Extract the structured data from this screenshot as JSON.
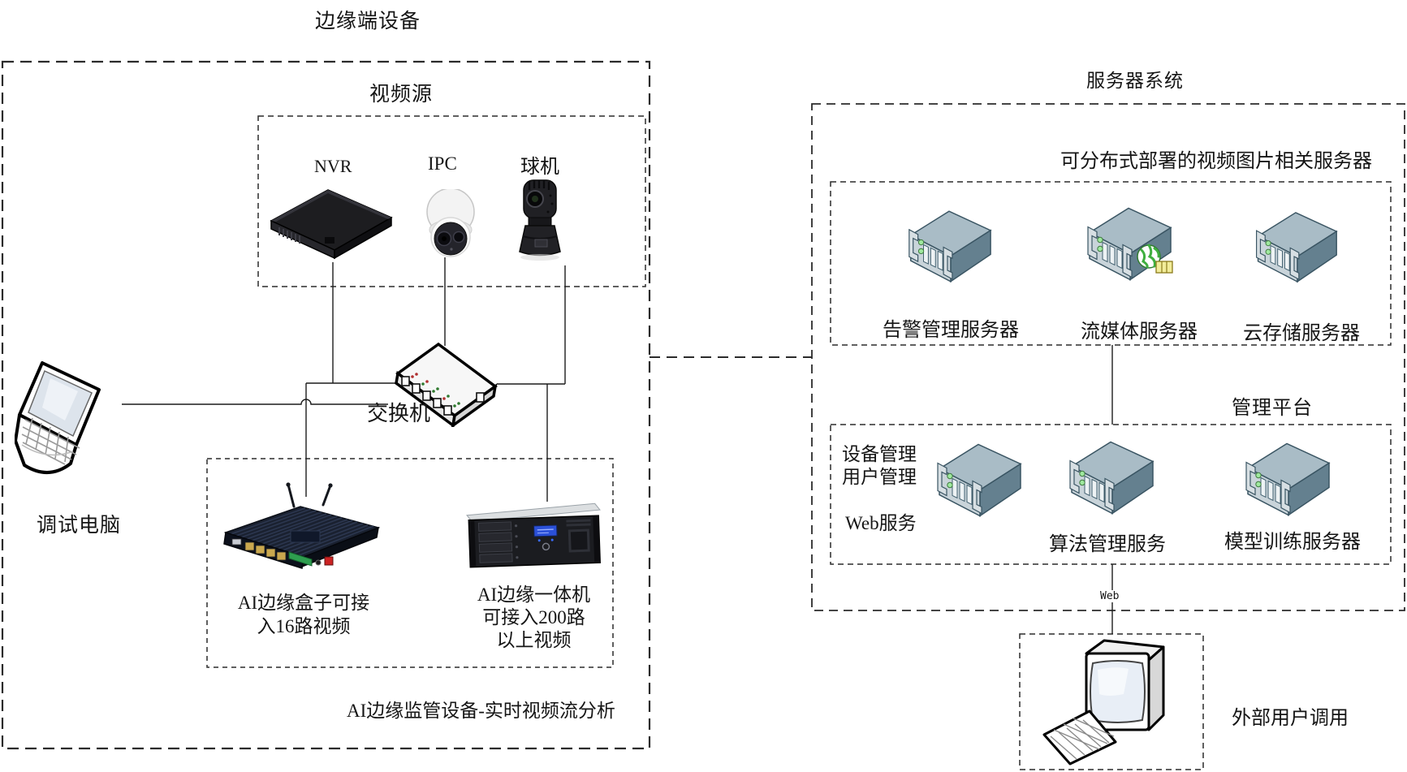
{
  "edge_section": {
    "title": "边缘端设备",
    "video_box": {
      "title": "视频源",
      "nvr_label": "NVR",
      "ipc_label": "IPC",
      "ptz_label": "球机"
    },
    "debug_pc_label": "调试电脑",
    "switch_label": "交换机",
    "ai_box": {
      "edge_box_caption": [
        "AI边缘盒子可接",
        "入16路视频"
      ],
      "all_in_one_caption": [
        "AI边缘一体机",
        "可接入200路",
        "以上视频"
      ]
    },
    "caption": "AI边缘监管设备-实时视频流分析"
  },
  "server_section": {
    "title": "服务器系统",
    "distributed_box": {
      "caption": "可分布式部署的视频图片相关服务器",
      "servers": [
        {
          "label": "告警管理服务器"
        },
        {
          "label": "流媒体服务器"
        },
        {
          "label": "云存储服务器"
        }
      ]
    },
    "management_box": {
      "title": "管理平台",
      "service_labels": [
        "设备管理",
        "用户管理",
        "Web服务"
      ],
      "servers": [
        {
          "label": "算法管理服务"
        },
        {
          "label": "模型训练服务器"
        }
      ]
    },
    "web_link_label": "Web",
    "external_box": {
      "label": "外部用户调用"
    }
  },
  "colors": {
    "line": "#1c1c1c",
    "dash_border": "#2b2b2b",
    "server_top": "#a9bcc6",
    "server_front": "#c9d4da",
    "server_side": "#64808f",
    "led_green": "#9fe89f",
    "globe_green": "#3faf3f",
    "film_yellow": "#f2ec9a",
    "lcd_blue": "#2b50d8",
    "power_red": "#cc2323"
  }
}
